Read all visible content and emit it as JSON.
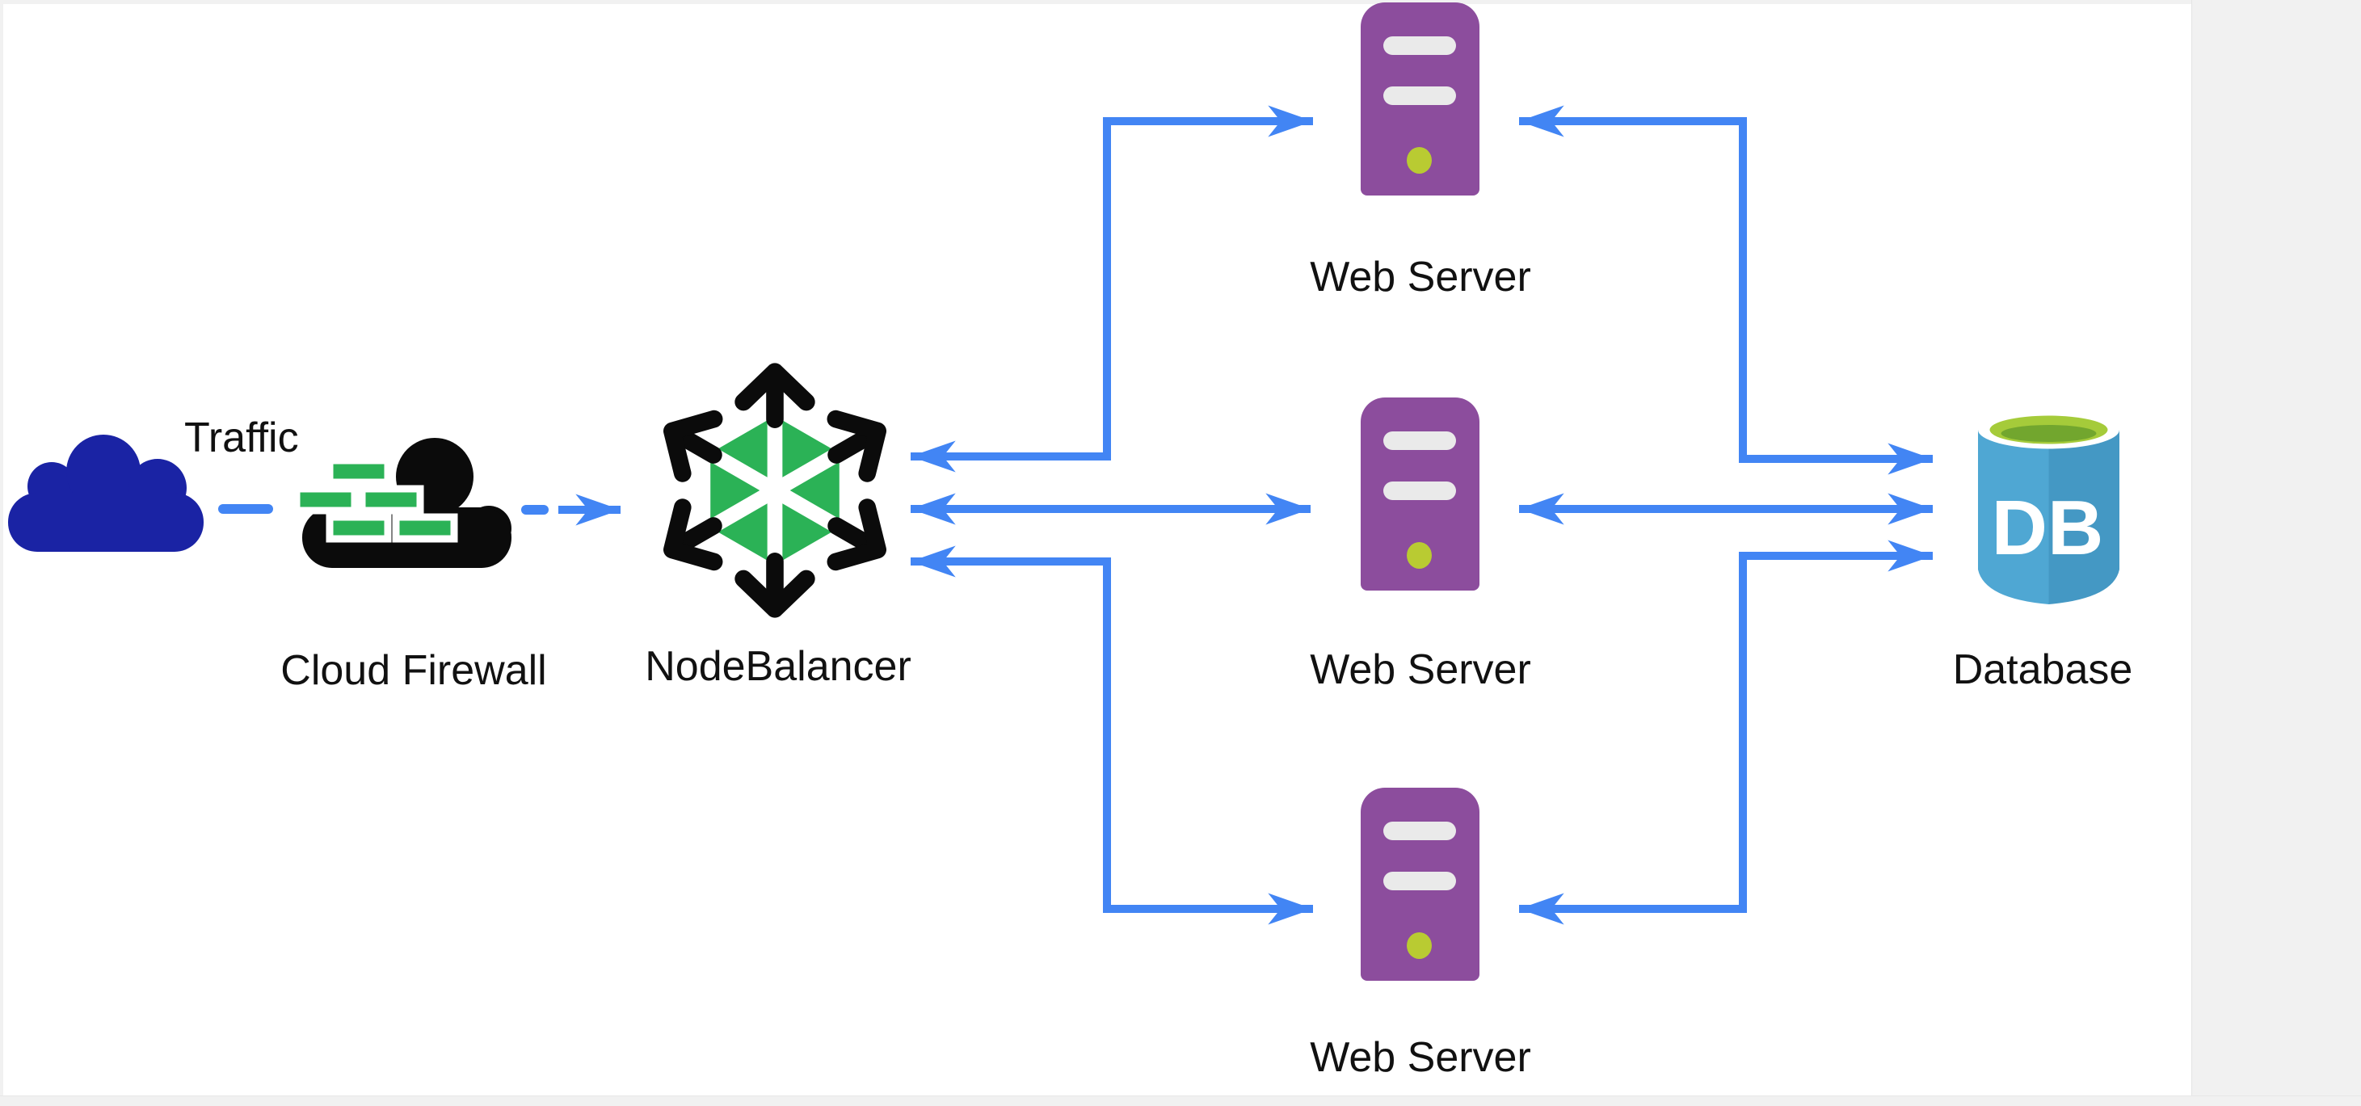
{
  "diagram": {
    "nodes": {
      "traffic": {
        "label": "Traffic",
        "icon": "cloud-icon"
      },
      "firewall": {
        "label": "Cloud Firewall",
        "icon": "firewall-cloud-icon"
      },
      "nodebalancer": {
        "label": "NodeBalancer",
        "icon": "nodebalancer-hexagon-icon"
      },
      "webserver1": {
        "label": "Web Server",
        "icon": "server-tower-icon"
      },
      "webserver2": {
        "label": "Web Server",
        "icon": "server-tower-icon"
      },
      "webserver3": {
        "label": "Web Server",
        "icon": "database-cylinder-icon"
      },
      "database": {
        "label": "Database",
        "badge": "DB",
        "icon": "database-cylinder-icon"
      }
    },
    "edges": [
      {
        "from": "traffic",
        "to": "firewall",
        "style": "dashed",
        "arrows": "none"
      },
      {
        "from": "firewall",
        "to": "nodebalancer",
        "style": "dashed-then-arrow",
        "arrows": "forward"
      },
      {
        "from": "nodebalancer",
        "to": "webserver1",
        "style": "elbow",
        "arrows": "both"
      },
      {
        "from": "nodebalancer",
        "to": "webserver2",
        "style": "straight",
        "arrows": "both"
      },
      {
        "from": "nodebalancer",
        "to": "webserver3",
        "style": "elbow",
        "arrows": "both"
      },
      {
        "from": "webserver1",
        "to": "database",
        "style": "elbow",
        "arrows": "both"
      },
      {
        "from": "webserver2",
        "to": "database",
        "style": "straight",
        "arrows": "both"
      },
      {
        "from": "webserver3",
        "to": "database",
        "style": "elbow",
        "arrows": "both"
      }
    ],
    "colors": {
      "arrow_blue": "#4285F4",
      "traffic_cloud_navy": "#1A23A4",
      "firewall_black": "#0B0B0B",
      "brick_green": "#2BB256",
      "nodebalancer_green": "#2BB256",
      "nodebalancer_arrow_black": "#0B0B0B",
      "server_purple": "#8C4D9D",
      "server_slot_gray": "#EAEAEA",
      "server_led_green": "#B9CB32",
      "db_body_left": "#4FA7D3",
      "db_body_right": "#4498C4",
      "db_top_lime": "#A5CB3A",
      "db_top_lime_dark": "#72A62E",
      "db_text_white": "#FFFFFF",
      "label_black": "#111111",
      "canvas_white": "#FFFFFF",
      "page_gray": "#F1F1F1"
    }
  }
}
